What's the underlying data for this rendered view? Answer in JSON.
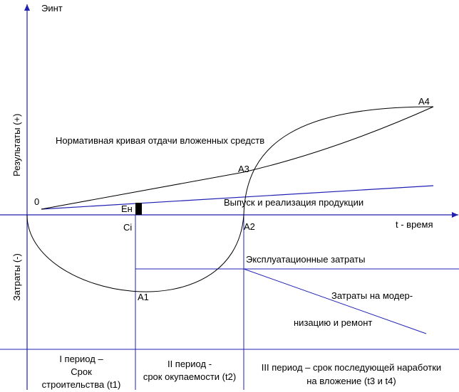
{
  "axes": {
    "y_top_label": "Эинт",
    "y_positive_label": "Результаты (+)",
    "y_negative_label": "Затраты (-)",
    "x_label": "t - время",
    "origin_label": "0"
  },
  "points": {
    "a1": "A1",
    "a2": "A2",
    "a3": "A3",
    "a4": "A4",
    "ci": "Ci",
    "en": "Ен"
  },
  "curves": {
    "normative": "Нормативная кривая отдачи вложенных средств",
    "output": "Выпуск и реализация продукции",
    "operating_costs": "Эксплуатационные затраты",
    "modernization_1": "Затраты на модер-",
    "modernization_2": "низацию и ремонт"
  },
  "periods": {
    "p1_line1": "I период –",
    "p1_line2": "Срок",
    "p1_line3": "строительства (t1)",
    "p2_line1": "II период -",
    "p2_line2": "срок окупаемости (t2)",
    "p3_line1": "III период – срок последующей наработки",
    "p3_line2": "на вложение (t3 и t4)"
  },
  "colors": {
    "axis": "#1f1fb4",
    "curve": "#000000"
  }
}
